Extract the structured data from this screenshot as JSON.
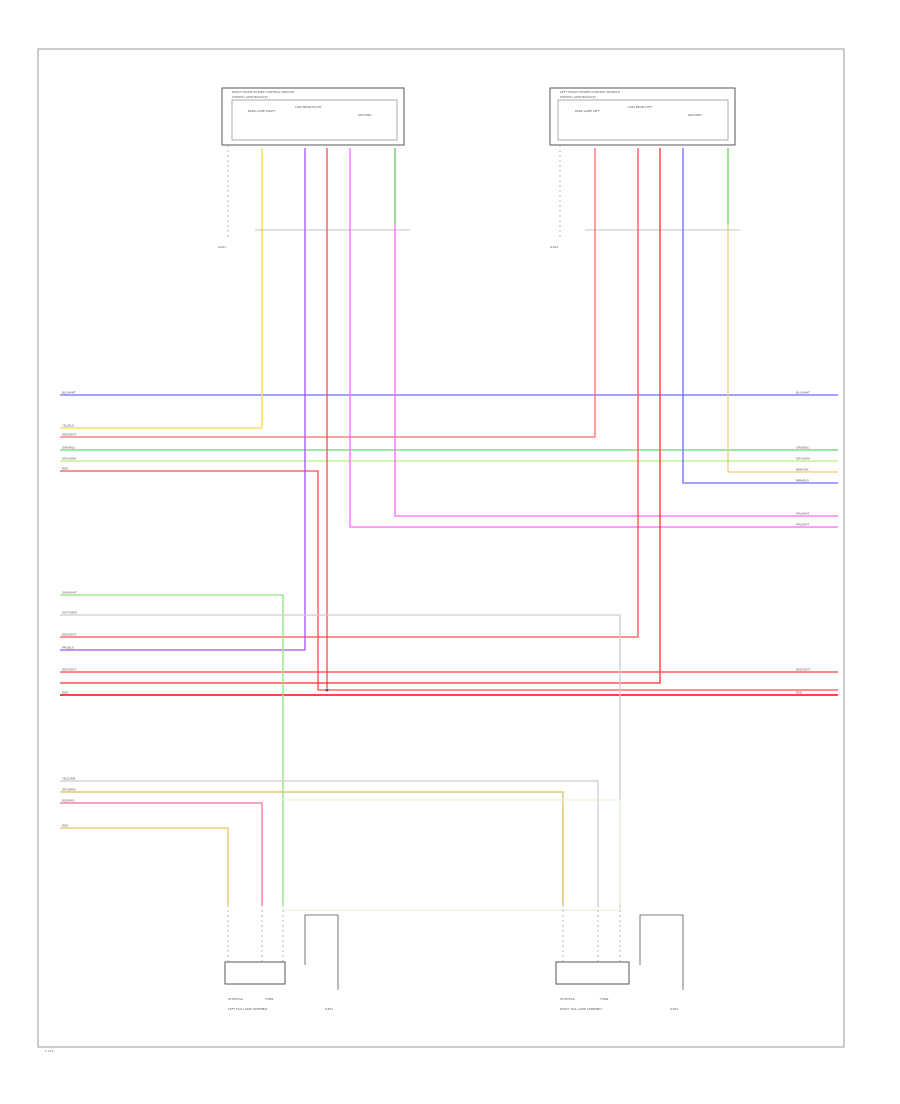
{
  "diagram": {
    "page_label": "1 of 2",
    "modules": {
      "right_headlamp_module": {
        "title": "RIGHT FRONT POWER CONTROL MODULE",
        "subtitle": "(FRONT LAMP MODULE)",
        "pin_labels": [
          "PARK LAMP RIGHT",
          "LOW BEAM RIGHT",
          "GROUND"
        ]
      },
      "left_headlamp_module": {
        "title": "LEFT FRONT POWER CONTROL MODULE",
        "subtitle": "(FRONT LAMP MODULE)",
        "pin_labels": [
          "PARK LAMP LEFT",
          "LOW BEAM LEFT",
          "GROUND"
        ]
      },
      "left_tail_lamp": {
        "title": "LEFT TAIL LAMP ASSEMBLY",
        "pin_labels": [
          "STOP/TAIL",
          "TURN"
        ]
      },
      "right_tail_lamp": {
        "title": "RIGHT TAIL LAMP ASSEMBLY",
        "pin_labels": [
          "STOP/TAIL",
          "TURN"
        ]
      }
    },
    "grounds": {
      "g1": "G101",
      "g2": "G102",
      "g3": "G301",
      "g4": "G302"
    },
    "bus_lines": {
      "left": [
        {
          "label": "BLU/WHT",
          "color": "#6b6bff"
        },
        {
          "label": "YEL/BLK",
          "color": "#ffd34d"
        },
        {
          "label": "RED/WHT",
          "color": "#ff6b6b"
        },
        {
          "label": "GRN/BLU",
          "color": "#6fd06f"
        },
        {
          "label": "GRY/GRN",
          "color": "#b8f27a"
        },
        {
          "label": "RED",
          "color": "#ff4b4b"
        },
        {
          "label": "GRN/WHT",
          "color": "#8fe66f"
        },
        {
          "label": "WHT/GRN",
          "color": "#cfcfcf"
        },
        {
          "label": "RED/WHT",
          "color": "#ff6b6b"
        },
        {
          "label": "PPL/BLU",
          "color": "#ff6b6b"
        },
        {
          "label": "RED/WHT",
          "color": "#ff3d3d"
        },
        {
          "label": "RED",
          "color": "#ff2a2a"
        },
        {
          "label": "YEL/GRN",
          "color": "#d8d89a"
        },
        {
          "label": "GRY/BRN",
          "color": "#d8c25a"
        },
        {
          "label": "RED/PPL",
          "color": "#ff6b9a"
        },
        {
          "label": "RED",
          "color": "#e8c05a"
        }
      ],
      "right": [
        {
          "label": "BLU/WHT"
        },
        {
          "label": "GRN/BLU"
        },
        {
          "label": "GRY/GRN"
        },
        {
          "label": "BRN/YEL"
        },
        {
          "label": "BRN/BLU"
        },
        {
          "label": "PPL/WHT"
        },
        {
          "label": "PPL/WHT"
        },
        {
          "label": "RED/WHT"
        },
        {
          "label": "RED"
        }
      ]
    },
    "wire_colors": {
      "yellow": "#ffd34d",
      "red": "#ff4b4b",
      "purple": "#a64dff",
      "pink": "#ff66ff",
      "green": "#66e066",
      "blue": "#6b6bff",
      "tan": "#e6cf7a",
      "gray": "#cccccc"
    }
  }
}
